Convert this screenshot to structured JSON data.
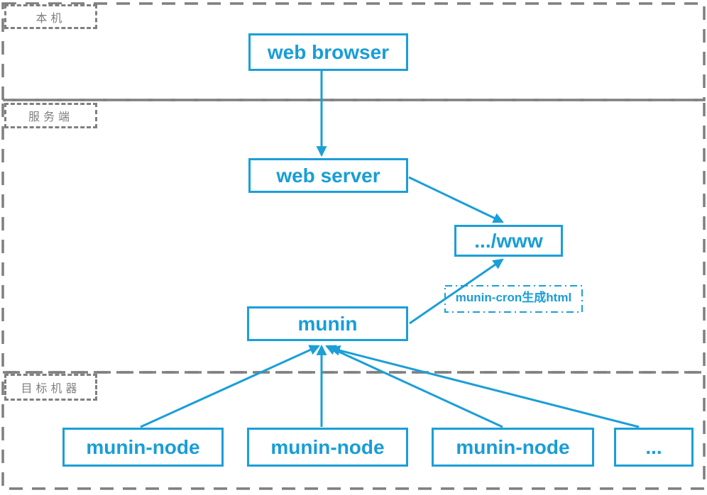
{
  "colors": {
    "accent_blue": "#1a9fd8",
    "dashed_gray": "#7f7f7f",
    "label_gray": "#808080",
    "background": "#ffffff"
  },
  "regions": [
    {
      "id": "local-machine",
      "label": "本机"
    },
    {
      "id": "server-side",
      "label": "服务端"
    },
    {
      "id": "target-machines",
      "label": "目标机器"
    }
  ],
  "nodes": [
    {
      "id": "web-browser",
      "label": "web browser"
    },
    {
      "id": "web-server",
      "label": "web server"
    },
    {
      "id": "www-dir",
      "label": ".../www"
    },
    {
      "id": "munin",
      "label": "munin"
    },
    {
      "id": "munin-node-1",
      "label": "munin-node"
    },
    {
      "id": "munin-node-2",
      "label": "munin-node"
    },
    {
      "id": "munin-node-3",
      "label": "munin-node"
    },
    {
      "id": "more-nodes",
      "label": "..."
    }
  ],
  "annotation": {
    "text": "munin-cron生成html"
  }
}
